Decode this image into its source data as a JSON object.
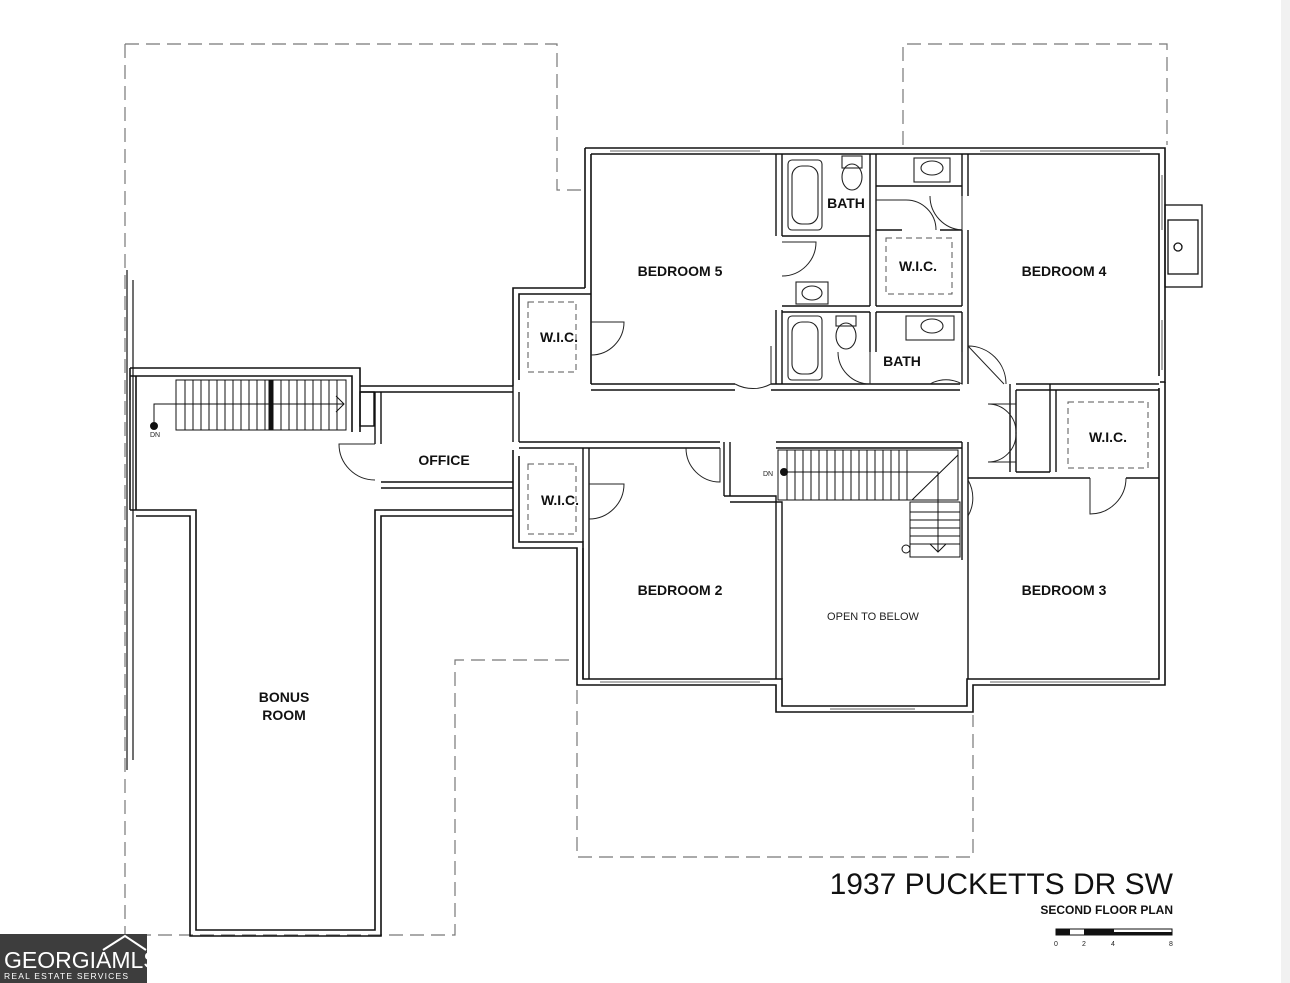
{
  "plan": {
    "address": "1937 PUCKETTS DR SW",
    "subtitle": "SECOND FLOOR PLAN",
    "scale_ticks": [
      "0",
      "2",
      "4",
      "8"
    ]
  },
  "rooms": {
    "bedroom_5": "BEDROOM 5",
    "bedroom_4": "BEDROOM 4",
    "bedroom_3": "BEDROOM 3",
    "bedroom_2": "BEDROOM 2",
    "bath_upper": "BATH",
    "bath_lower": "BATH",
    "wic_bedroom5": "W.I.C.",
    "wic_bedroom4": "W.I.C.",
    "wic_bedroom3": "W.I.C.",
    "wic_bedroom2": "W.I.C.",
    "office": "OFFICE",
    "bonus_room_line1": "BONUS",
    "bonus_room_line2": "ROOM",
    "open_to_below": "OPEN TO BELOW"
  },
  "stairs": {
    "left_down": "DN",
    "center_down": "DN"
  },
  "logo": {
    "main": "GEORGIAMLS",
    "sub": "REAL ESTATE SERVICES",
    "background": "#3d3d3d"
  }
}
